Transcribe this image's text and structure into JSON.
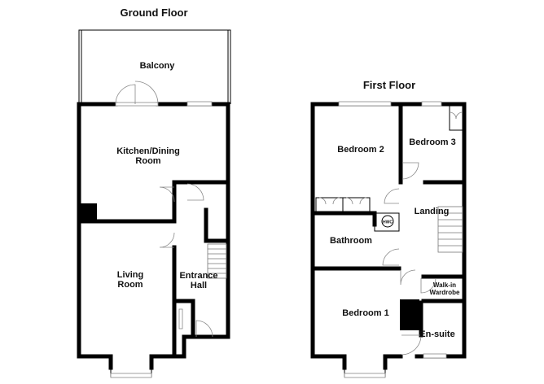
{
  "ground_floor": {
    "title": "Ground Floor",
    "rooms": {
      "balcony": "Balcony",
      "kitchen_line1": "Kitchen/Dining",
      "kitchen_line2": "Room",
      "living_line1": "Living",
      "living_line2": "Room",
      "hall_line1": "Entrance",
      "hall_line2": "Hall"
    }
  },
  "first_floor": {
    "title": "First Floor",
    "rooms": {
      "bedroom2": "Bedroom 2",
      "bedroom3": "Bedroom 3",
      "landing": "Landing",
      "hwc": "HWC",
      "bathroom": "Bathroom",
      "wardrobe_line1": "Walk-in",
      "wardrobe_line2": "Wardrobe",
      "bedroom1": "Bedroom 1",
      "ensuite": "En-suite"
    }
  }
}
